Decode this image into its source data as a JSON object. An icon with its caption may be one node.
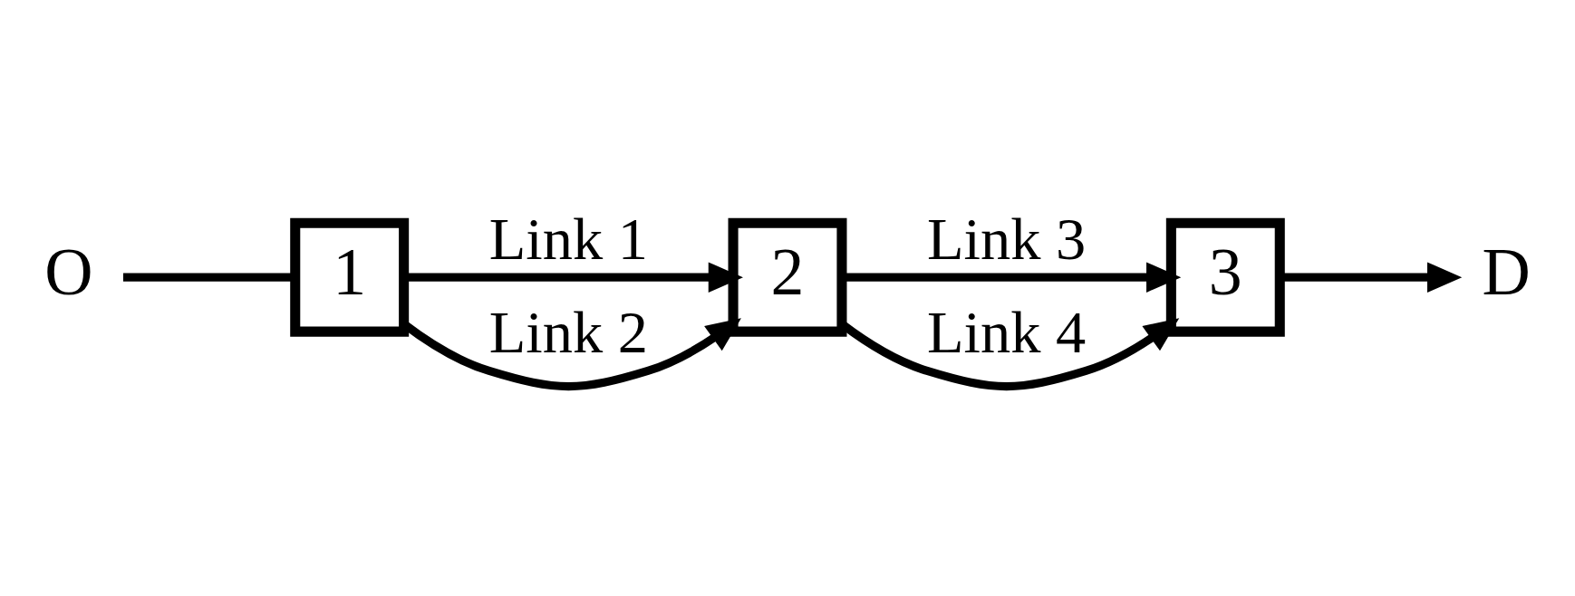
{
  "diagram": {
    "nodes": [
      {
        "text": [
          "O"
        ]
      },
      {
        "text": [
          "1"
        ]
      },
      {
        "text": [
          "2"
        ]
      },
      {
        "text": [
          "3"
        ]
      },
      {
        "text": [
          "D"
        ]
      }
    ],
    "edges": [
      {
        "from": 0,
        "to": 1,
        "arrow": "none"
      },
      {
        "from": 1,
        "to": 2,
        "arrow": "to",
        "label": "Link 1"
      },
      {
        "from": 1,
        "to": 2,
        "arrow": "to",
        "label": "Link 2"
      },
      {
        "from": 2,
        "to": 3,
        "arrow": "to",
        "label": "Link 3"
      },
      {
        "from": 2,
        "to": 3,
        "arrow": "to",
        "label": "Link 4"
      },
      {
        "from": 3,
        "to": 4,
        "arrow": "to"
      }
    ]
  }
}
